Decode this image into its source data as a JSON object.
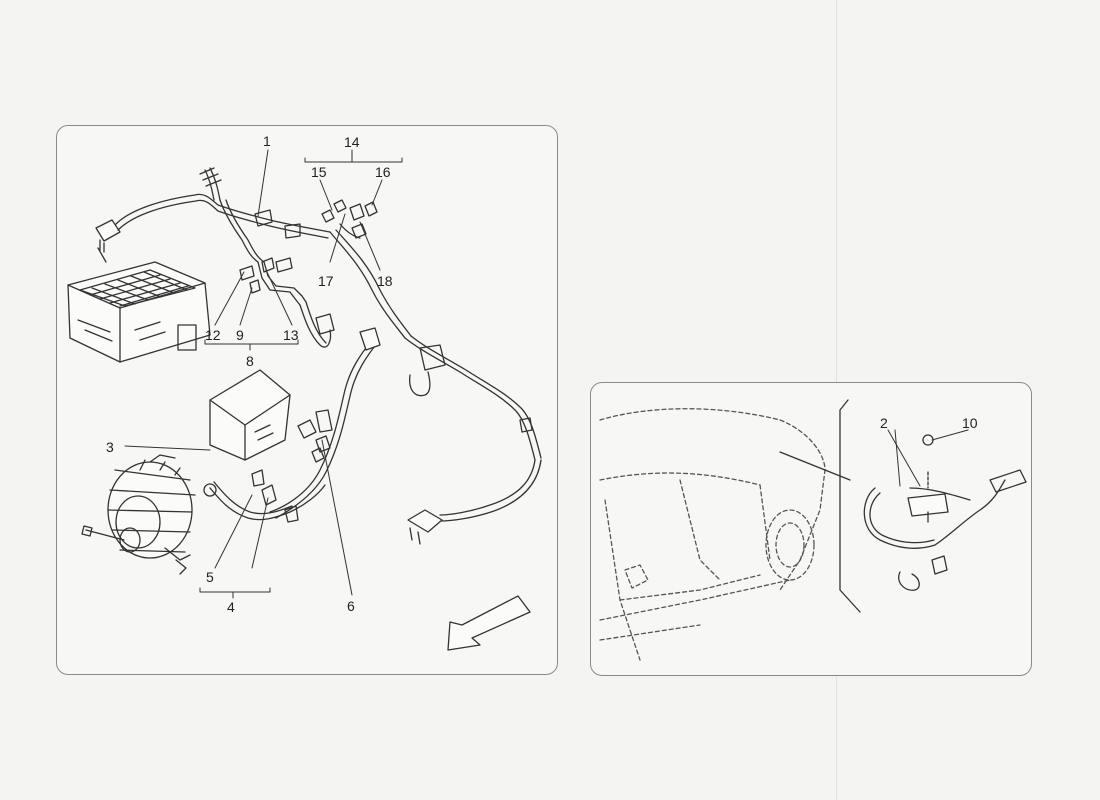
{
  "diagram": {
    "callouts": {
      "c1": "1",
      "c2": "2",
      "c3": "3",
      "c4": "4",
      "c5": "5",
      "c6": "6",
      "c8": "8",
      "c9": "9",
      "c10": "10",
      "c12": "12",
      "c13": "13",
      "c14": "14",
      "c15": "15",
      "c16": "16",
      "c17": "17",
      "c18": "18"
    }
  },
  "colors": {
    "line": "#333333",
    "panel_border": "#8a8a8a",
    "background": "#f4f4f2"
  }
}
